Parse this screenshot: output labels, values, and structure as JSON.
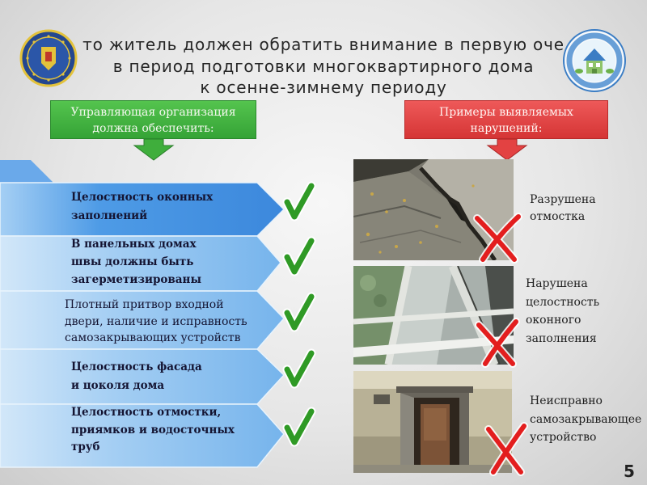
{
  "slide": {
    "title_lines": [
      "то житель должен обратить внимание в первую оче",
      "в период подготовки многоквартирного дома",
      "к осенне-зимнему периоду"
    ],
    "page_number": "5"
  },
  "headers": {
    "left": {
      "lines": [
        "Управляющая организация",
        "должна обеспечить:"
      ],
      "color": "#3fae3c"
    },
    "right": {
      "lines": [
        "Примеры выявляемых",
        "нарушений:"
      ],
      "color": "#e34242"
    }
  },
  "requirements": [
    {
      "lines": [
        "Целостность оконных",
        "заполнений"
      ],
      "icon": "check-icon"
    },
    {
      "lines": [
        "В панельных домах",
        "швы должны быть",
        "загерметизированы"
      ],
      "icon": "check-icon"
    },
    {
      "lines": [
        "Плотный притвор входной",
        "двери, наличие и исправность",
        "самозакрывающих устройств"
      ],
      "icon": "check-icon"
    },
    {
      "lines": [
        "Целостность фасада",
        "и цоколя дома"
      ],
      "icon": "check-icon"
    },
    {
      "lines": [
        "Целостность отмостки,",
        "приямков и водосточных",
        "труб"
      ],
      "icon": "check-icon"
    }
  ],
  "violations": [
    {
      "lines": [
        "Разрушена",
        "отмостка"
      ],
      "icon": "cross-icon"
    },
    {
      "lines": [
        "Нарушена",
        "целостность",
        "оконного",
        "заполнения"
      ],
      "icon": "cross-icon"
    },
    {
      "lines": [
        "Неисправно",
        "самозакрывающее",
        "устройство"
      ],
      "icon": "cross-icon"
    }
  ],
  "colors": {
    "check": "#2f9a25",
    "cross": "#e31e1e",
    "stripe_blue": "#3c88dc"
  }
}
